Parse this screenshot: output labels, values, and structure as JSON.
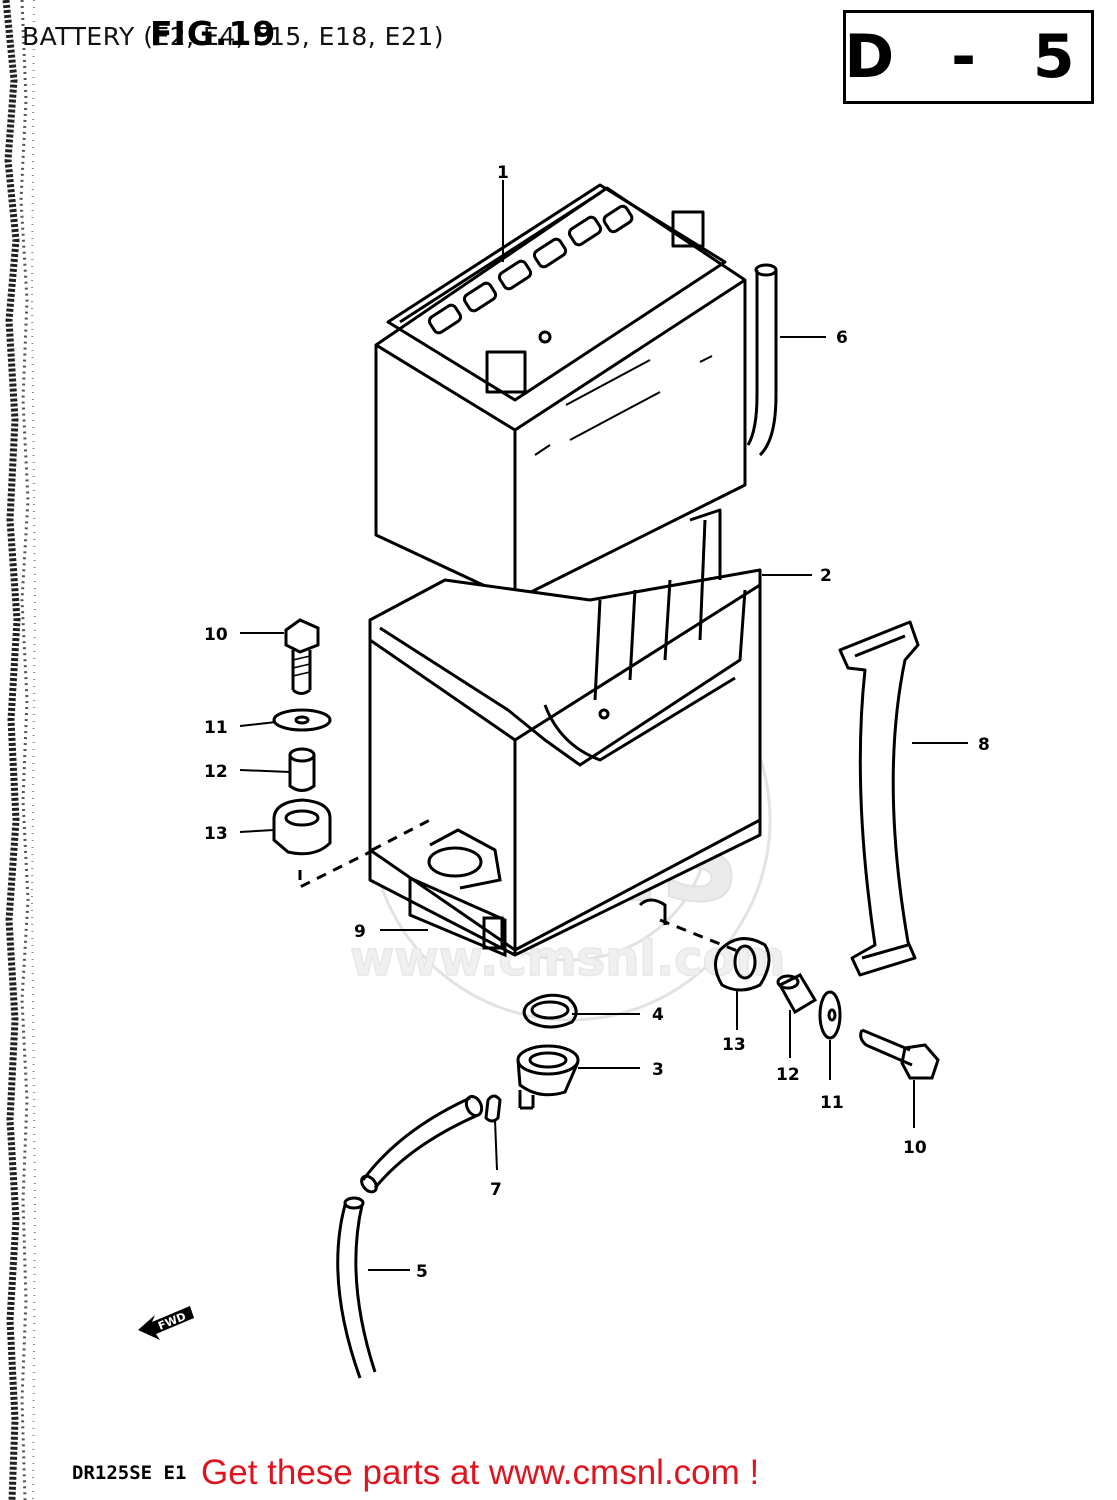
{
  "header": {
    "title": "BATTERY (E2, E4, E15, E18, E21)",
    "figure": "FIG.19",
    "page_code": "D - 5"
  },
  "watermark": {
    "logo": "CMS",
    "site": "www.cmsnl.com"
  },
  "parts": [
    {
      "no": "1",
      "name": "battery"
    },
    {
      "no": "2",
      "name": "battery-case"
    },
    {
      "no": "3",
      "name": "breather-fitting"
    },
    {
      "no": "4",
      "name": "clamp"
    },
    {
      "no": "5",
      "name": "breather-hose"
    },
    {
      "no": "6",
      "name": "vent-tube"
    },
    {
      "no": "7",
      "name": "hose-clip"
    },
    {
      "no": "8",
      "name": "battery-strap"
    },
    {
      "no": "9",
      "name": "mounting-bracket"
    },
    {
      "no": "10",
      "name": "bolt"
    },
    {
      "no": "11",
      "name": "washer"
    },
    {
      "no": "12",
      "name": "spacer"
    },
    {
      "no": "13",
      "name": "grommet"
    }
  ],
  "labels": {
    "l1": "1",
    "l2": "2",
    "l3": "3",
    "l4": "4",
    "l5": "5",
    "l6": "6",
    "l7": "7",
    "l8": "8",
    "l9": "9",
    "l10a": "10",
    "l10b": "10",
    "l11a": "11",
    "l11b": "11",
    "l12a": "12",
    "l12b": "12",
    "l13a": "13",
    "l13b": "13"
  },
  "footer": {
    "model_code": "DR125SE E1",
    "cta": "Get these parts at www.cmsnl.com !",
    "cta_color": "#e0141e"
  },
  "icons": {
    "forward_arrow": "fwd-arrow-icon"
  }
}
